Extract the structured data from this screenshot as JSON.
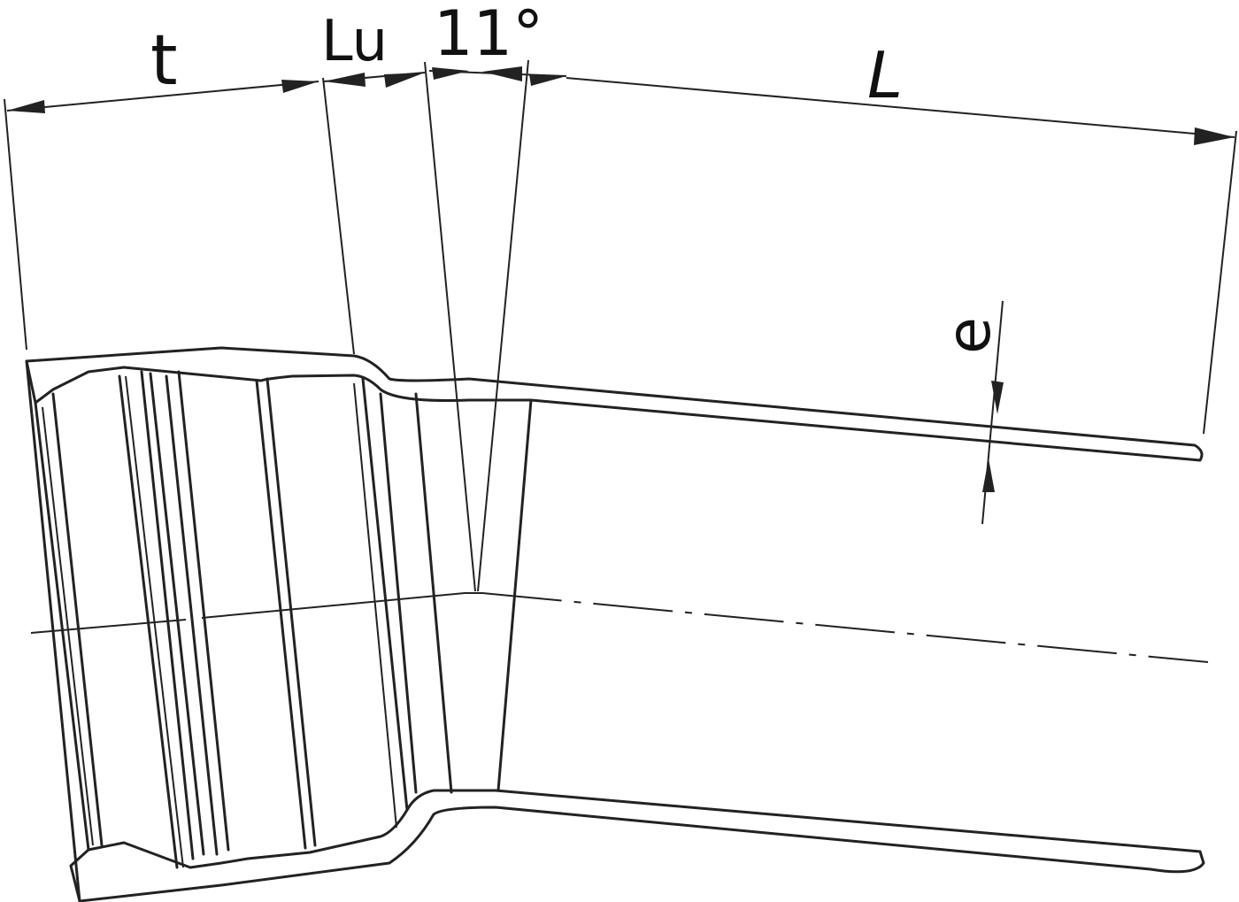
{
  "drawing": {
    "labels": {
      "socket_depth": "t",
      "transition_length": "Lu",
      "angle": "11°",
      "length": "L",
      "wall_thickness": "e"
    },
    "line_color": "#222222",
    "background": "#ffffff"
  }
}
